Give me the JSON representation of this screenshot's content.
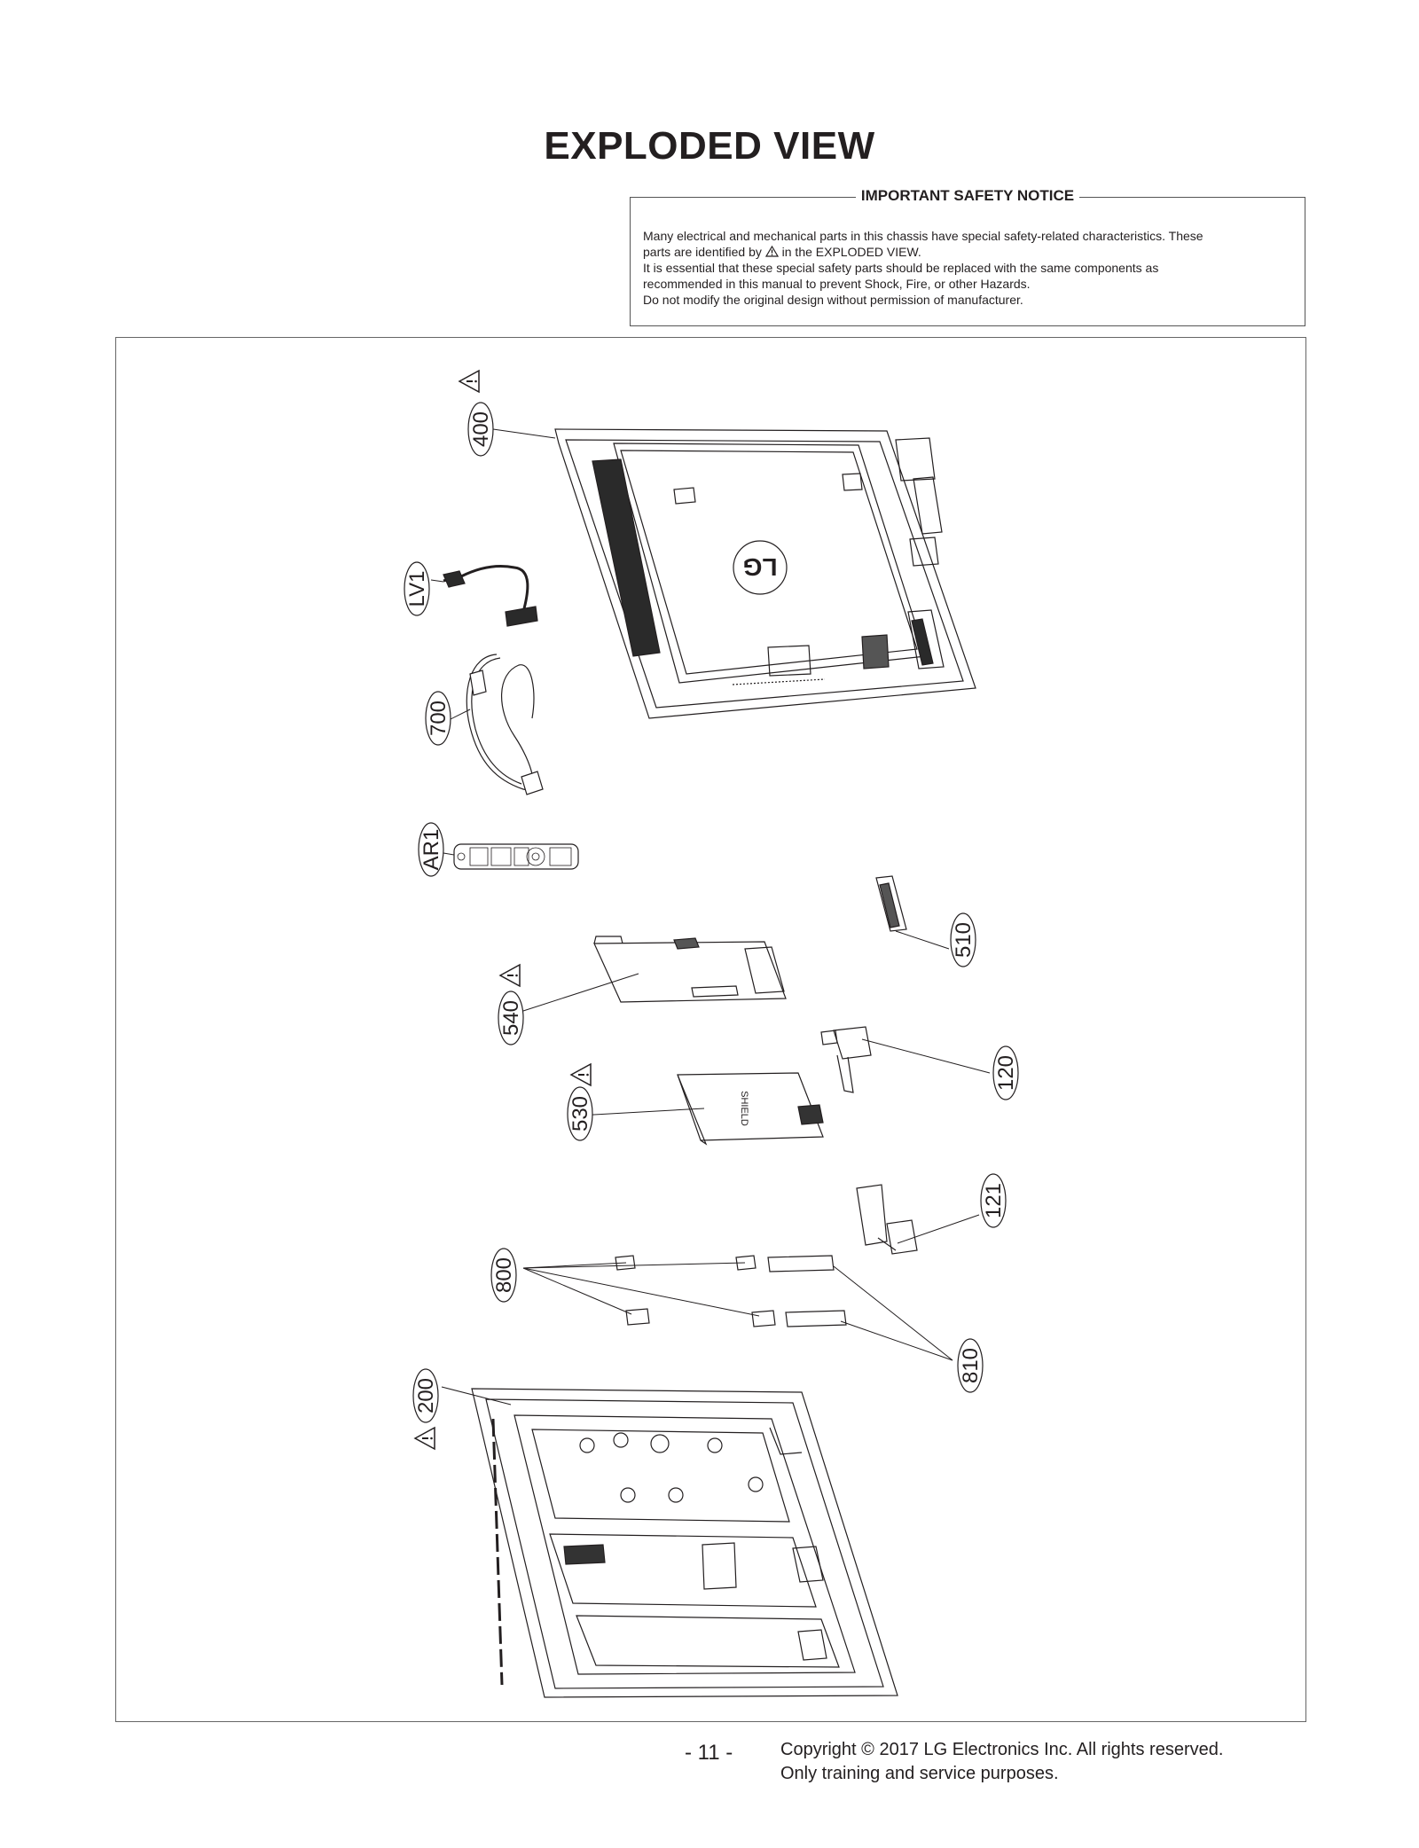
{
  "title": "EXPLODED VIEW",
  "notice": {
    "heading": "IMPORTANT SAFETY NOTICE",
    "line1": "Many electrical and mechanical parts in this chassis have special safety-related characteristics. These",
    "line2a": "parts are identified by",
    "line2b": "in the EXPLODED VIEW.",
    "line3": "It is essential that these special safety parts should be replaced with the same components as",
    "line4": "recommended in this manual to prevent Shock, Fire, or other Hazards.",
    "line5": "Do not modify the original design without permission of manufacturer."
  },
  "parts": {
    "p400": "400",
    "pLV1": "LV1",
    "p700": "700",
    "pAR1": "AR1",
    "p510": "510",
    "p540": "540",
    "p120": "120",
    "p530": "530",
    "p121": "121",
    "p800": "800",
    "p810": "810",
    "p200": "200"
  },
  "footer": {
    "page_number": "- 11 -",
    "copyright_line1": "Copyright © 2017 LG Electronics Inc. All rights reserved.",
    "copyright_line2": "Only training and service purposes."
  }
}
